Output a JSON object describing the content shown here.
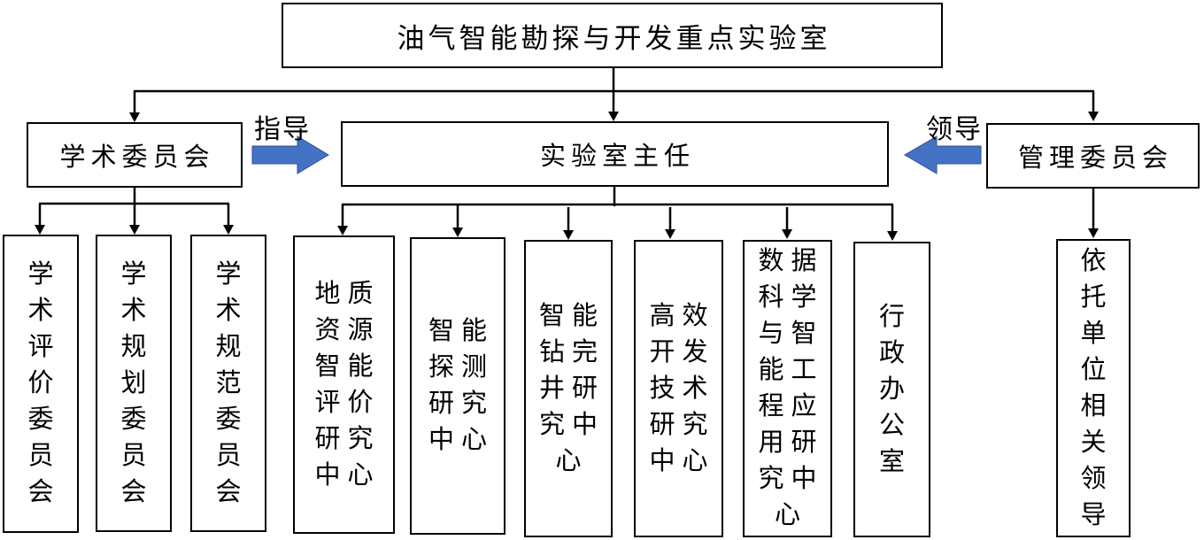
{
  "root": {
    "label": "油气智能勘探与开发重点实验室"
  },
  "academic_committee": {
    "label": "学术委员会",
    "children": [
      "学术评价委员会",
      "学术规划委员会",
      "学术规范委员会"
    ]
  },
  "director": {
    "label": "实验室主任",
    "children": [
      "地质资源智能评价研究中心",
      "智能探测研究中心",
      "智能钻完井研究中心",
      "高效开发技术研究中心",
      "数据科学与智能工程应用研究中心",
      "行政办公室"
    ]
  },
  "management_committee": {
    "label": "管理委员会",
    "children": [
      "依托单位相关领导"
    ]
  },
  "relations": [
    {
      "label": "指导",
      "from": "学术委员会",
      "to": "实验室主任"
    },
    {
      "label": "领导",
      "from": "管理委员会",
      "to": "实验室主任"
    }
  ],
  "edges": [
    {
      "from": "油气智能勘探与开发重点实验室",
      "to": "学术委员会"
    },
    {
      "from": "油气智能勘探与开发重点实验室",
      "to": "实验室主任"
    },
    {
      "from": "油气智能勘探与开发重点实验室",
      "to": "管理委员会"
    },
    {
      "from": "学术委员会",
      "to": "学术评价委员会"
    },
    {
      "from": "学术委员会",
      "to": "学术规划委员会"
    },
    {
      "from": "学术委员会",
      "to": "学术规范委员会"
    },
    {
      "from": "实验室主任",
      "to": "地质资源智能评价研究中心"
    },
    {
      "from": "实验室主任",
      "to": "智能探测研究中心"
    },
    {
      "from": "实验室主任",
      "to": "智能钻完井研究中心"
    },
    {
      "from": "实验室主任",
      "to": "高效开发技术研究中心"
    },
    {
      "from": "实验室主任",
      "to": "数据科学与智能工程应用研究中心"
    },
    {
      "from": "实验室主任",
      "to": "行政办公室"
    },
    {
      "from": "管理委员会",
      "to": "依托单位相关领导"
    }
  ],
  "colors": {
    "relation_arrow_fill": "#4472C4",
    "relation_arrow_stroke": "#2F528F",
    "connector": "#000000"
  }
}
